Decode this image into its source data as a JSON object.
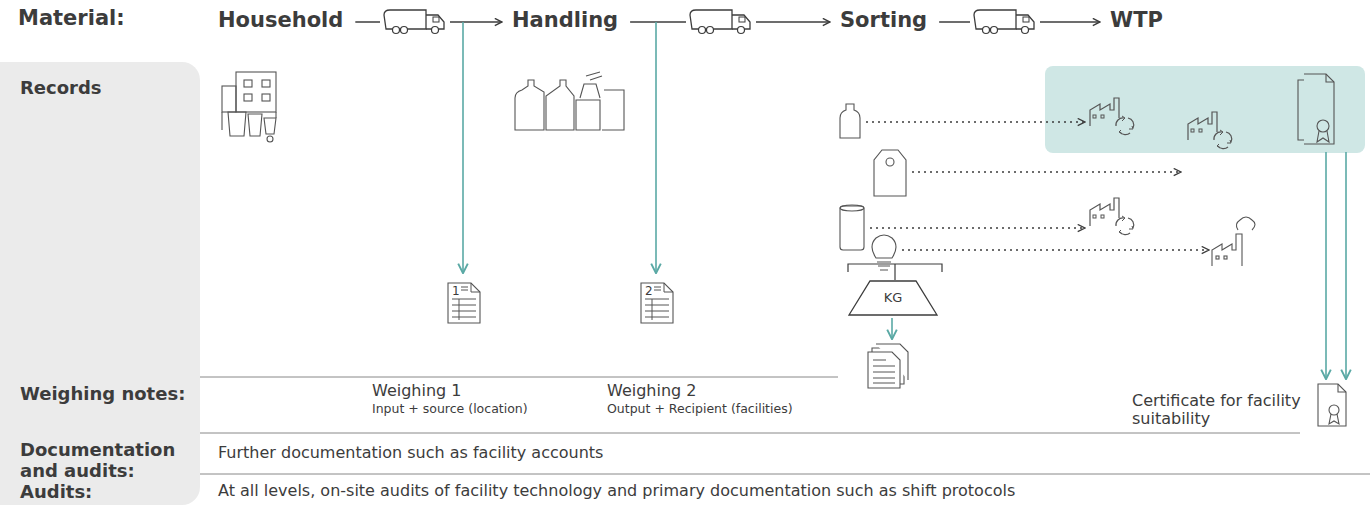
{
  "diagram": {
    "nodes": [
      {
        "text": [
          "Household"
        ]
      },
      {
        "text": [
          "Handling"
        ]
      },
      {
        "text": [
          "Sorting"
        ]
      },
      {
        "text": [
          "WTP"
        ]
      },
      {
        "text": [
          "1"
        ]
      },
      {
        "text": [
          "2"
        ]
      },
      {
        "text": [
          "KG"
        ]
      }
    ],
    "edges": [
      {
        "from": 0,
        "to": 1,
        "arrow": "to"
      },
      {
        "from": 1,
        "to": 2,
        "arrow": "to"
      },
      {
        "from": 2,
        "to": 3,
        "arrow": "to"
      }
    ],
    "labels": [
      "Material:",
      "Records",
      "Weighing notes:",
      "Weighing 1",
      "Input + source (location)",
      "Weighing 2",
      "Output + Recipient (facilities)",
      "Documentation and audits:",
      "Further documentation such as facility accounts",
      "Certificate for facility suitability",
      "Audits:",
      "At all levels, on-site audits of facility technology and primary documentation such as shift protocols"
    ]
  }
}
